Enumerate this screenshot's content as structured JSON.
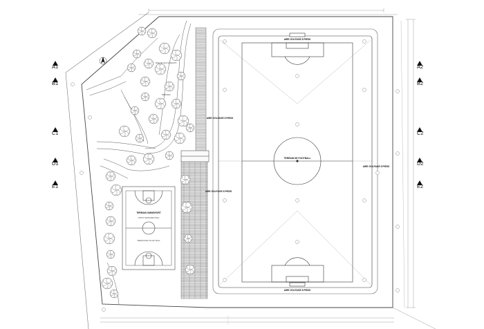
{
  "labels": {
    "football_field": "TERRAIN DE FOOTBALL",
    "goal_area_top": "AIRE GOLFAGE 8 PIEDS",
    "goal_area_bottom": "AIRE GOLFAGE 8 PIEDS",
    "goal_area_right": "AIRE GOLFAGE 8 PIEDS",
    "goal_area_mid_top": "AIRE GOLFAGE 8 PIEDS",
    "goal_area_mid_bottom": "AIRE GOLFAGE 8 PIEDS",
    "omnisport": "TERRAIN OMNISPORT",
    "omnisport_sub": "1 BOUT DE BASKET BALL",
    "volleyball": "TERRAIN DE VOLLEY BALL",
    "play_area": "AIRE DE JEUX ENFANTS",
    "seating": "TRIBUNES"
  },
  "section_marks": {
    "left": [
      "A1",
      "B1",
      "C1",
      "D1",
      "E1"
    ],
    "right": [
      "A2",
      "B2",
      "C2",
      "D2",
      "E2"
    ]
  },
  "colors": {
    "line": "#333333",
    "light_line": "#9a9a9a",
    "tree": "#555555",
    "background": "#ffffff"
  }
}
